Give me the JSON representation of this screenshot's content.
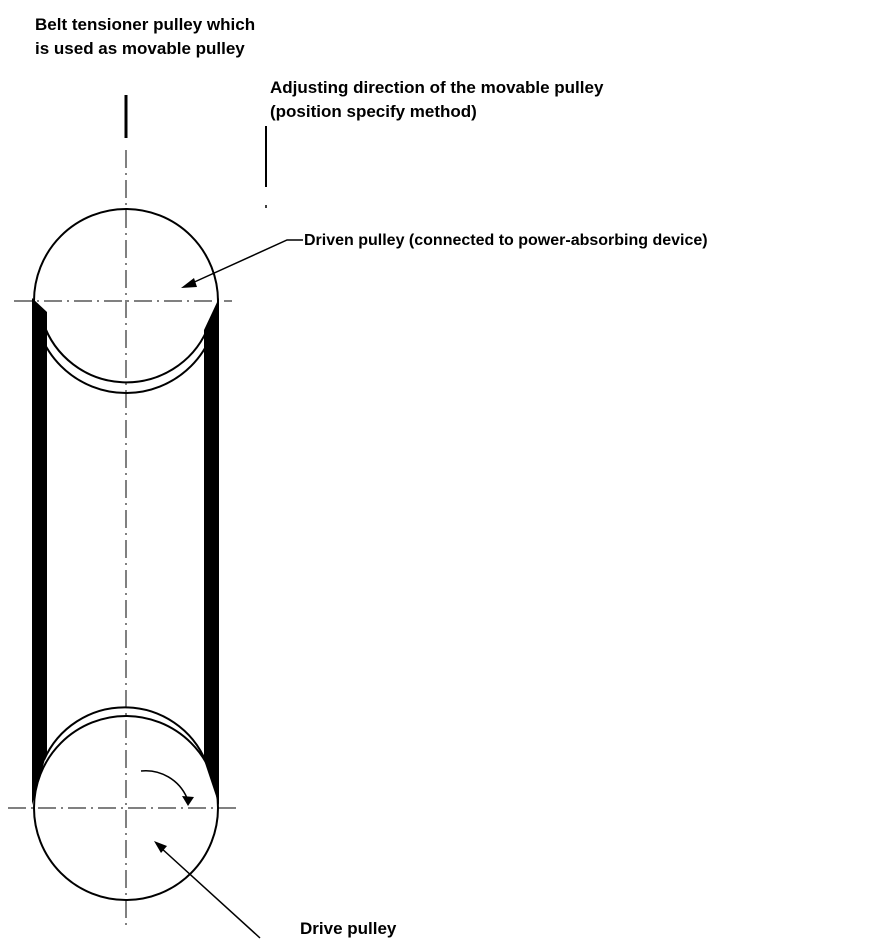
{
  "labels": {
    "tensioner_line1": "Belt tensioner pulley which",
    "tensioner_line2": "is used as movable pulley",
    "adjust_line1": "Adjusting direction of the movable pulley",
    "adjust_line2": "(position specify method)",
    "driven_pulley": "Driven pulley (connected to power-absorbing device)",
    "drive_pulley": "Drive pulley"
  },
  "colors": {
    "ink": "#000000",
    "background": "#ffffff"
  }
}
